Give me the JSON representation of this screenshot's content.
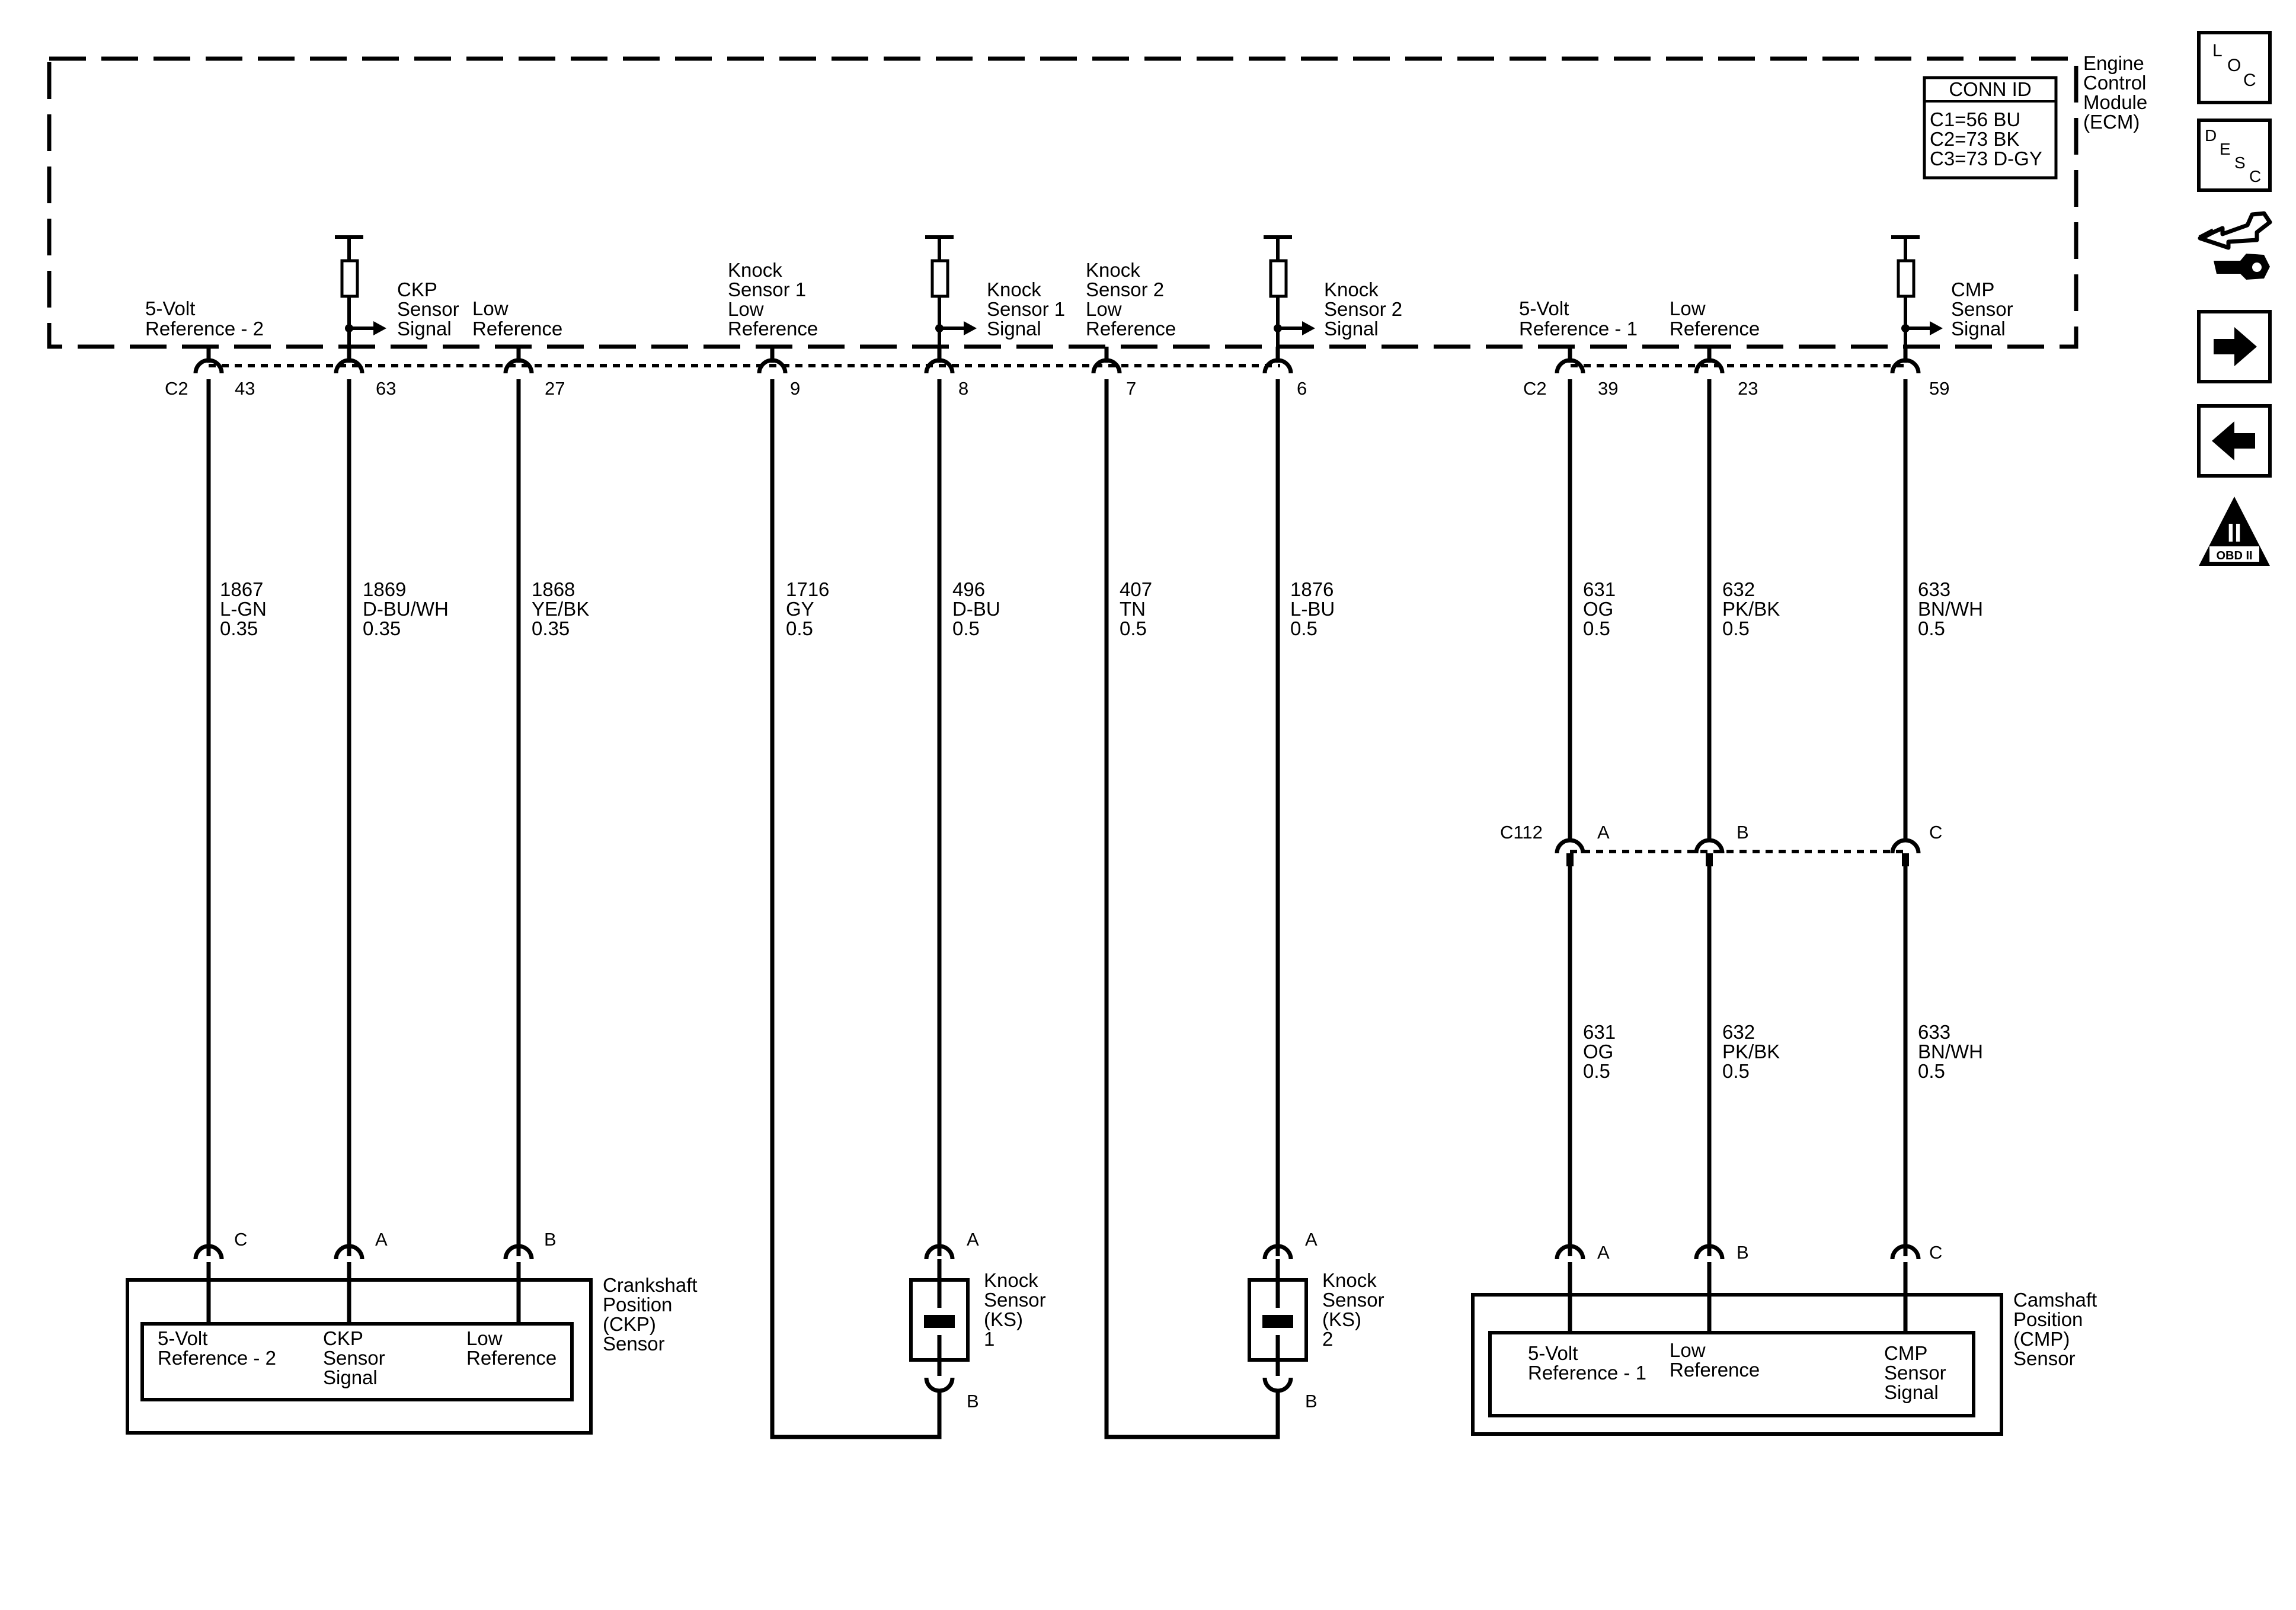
{
  "ecm": {
    "title_lines": [
      "Engine",
      "Control",
      "Module",
      "(ECM)"
    ],
    "conn_id_header": "CONN ID",
    "conn_id_rows": [
      "C1=56 BU",
      "C2=73 BK",
      "C3=73 D-GY"
    ]
  },
  "circuits": [
    {
      "ecm_label": [
        "5-Volt",
        "Reference - 2"
      ],
      "connector": "C2",
      "pin": "43",
      "wire": [
        "1867",
        "L-GN",
        "0.35"
      ]
    },
    {
      "ecm_label": [
        "CKP",
        "Sensor",
        "Signal"
      ],
      "pin": "63",
      "wire": [
        "1869",
        "D-BU/WH",
        "0.35"
      ]
    },
    {
      "ecm_label": [
        "Low",
        "Reference"
      ],
      "pin": "27",
      "wire": [
        "1868",
        "YE/BK",
        "0.35"
      ]
    },
    {
      "ecm_label": [
        "Knock",
        "Sensor 1",
        "Low",
        "Reference"
      ],
      "pin": "9",
      "wire": [
        "1716",
        "GY",
        "0.5"
      ]
    },
    {
      "ecm_label": [
        "Knock",
        "Sensor 1",
        "Signal"
      ],
      "pin": "8",
      "wire": [
        "496",
        "D-BU",
        "0.5"
      ]
    },
    {
      "ecm_label": [
        "Knock",
        "Sensor 2",
        "Low",
        "Reference"
      ],
      "pin": "7",
      "wire": [
        "407",
        "TN",
        "0.5"
      ]
    },
    {
      "ecm_label": [
        "Knock",
        "Sensor 2",
        "Signal"
      ],
      "pin": "6",
      "wire": [
        "1876",
        "L-BU",
        "0.5"
      ]
    },
    {
      "ecm_label": [
        "5-Volt",
        "Reference - 1"
      ],
      "connector": "C2",
      "pin": "39",
      "wire": [
        "631",
        "OG",
        "0.5"
      ],
      "wire_lower": [
        "631",
        "OG",
        "0.5"
      ]
    },
    {
      "ecm_label": [
        "Low",
        "Reference"
      ],
      "pin": "23",
      "wire": [
        "632",
        "PK/BK",
        "0.5"
      ],
      "wire_lower": [
        "632",
        "PK/BK",
        "0.5"
      ]
    },
    {
      "ecm_label": [
        "CMP",
        "Sensor",
        "Signal"
      ],
      "pin": "59",
      "wire": [
        "633",
        "BN/WH",
        "0.5"
      ],
      "wire_lower": [
        "633",
        "BN/WH",
        "0.5"
      ]
    }
  ],
  "inline_connector": {
    "name": "C112",
    "pins": [
      "A",
      "B",
      "C"
    ]
  },
  "ckp_sensor": {
    "name_lines": [
      "Crankshaft",
      "Position",
      "(CKP)",
      "Sensor"
    ],
    "pins": [
      "C",
      "A",
      "B"
    ],
    "inner": [
      [
        "5-Volt",
        "Reference - 2"
      ],
      [
        "CKP",
        "Sensor",
        "Signal"
      ],
      [
        "Low",
        "Reference"
      ]
    ]
  },
  "ks1": {
    "name_lines": [
      "Knock",
      "Sensor",
      "(KS)",
      "1"
    ],
    "pins": [
      "A",
      "B"
    ]
  },
  "ks2": {
    "name_lines": [
      "Knock",
      "Sensor",
      "(KS)",
      "2"
    ],
    "pins": [
      "A",
      "B"
    ]
  },
  "cmp_sensor": {
    "name_lines": [
      "Camshaft",
      "Position",
      "(CMP)",
      "Sensor"
    ],
    "pins": [
      "A",
      "B",
      "C"
    ],
    "inner": [
      [
        "5-Volt",
        "Reference - 1"
      ],
      [
        "Low",
        "Reference"
      ],
      [
        "CMP",
        "Sensor",
        "Signal"
      ]
    ]
  },
  "sidebar": {
    "loc": {
      "letters": [
        "L",
        "O",
        "C"
      ]
    },
    "desc": {
      "letters": [
        "D",
        "E",
        "S",
        "C"
      ]
    },
    "icons": [
      "connector-end-view-icon",
      "arrow-right-icon",
      "arrow-left-icon",
      "obd-ii-icon"
    ],
    "obd_numeral": "II",
    "obd_label": "OBD II"
  }
}
